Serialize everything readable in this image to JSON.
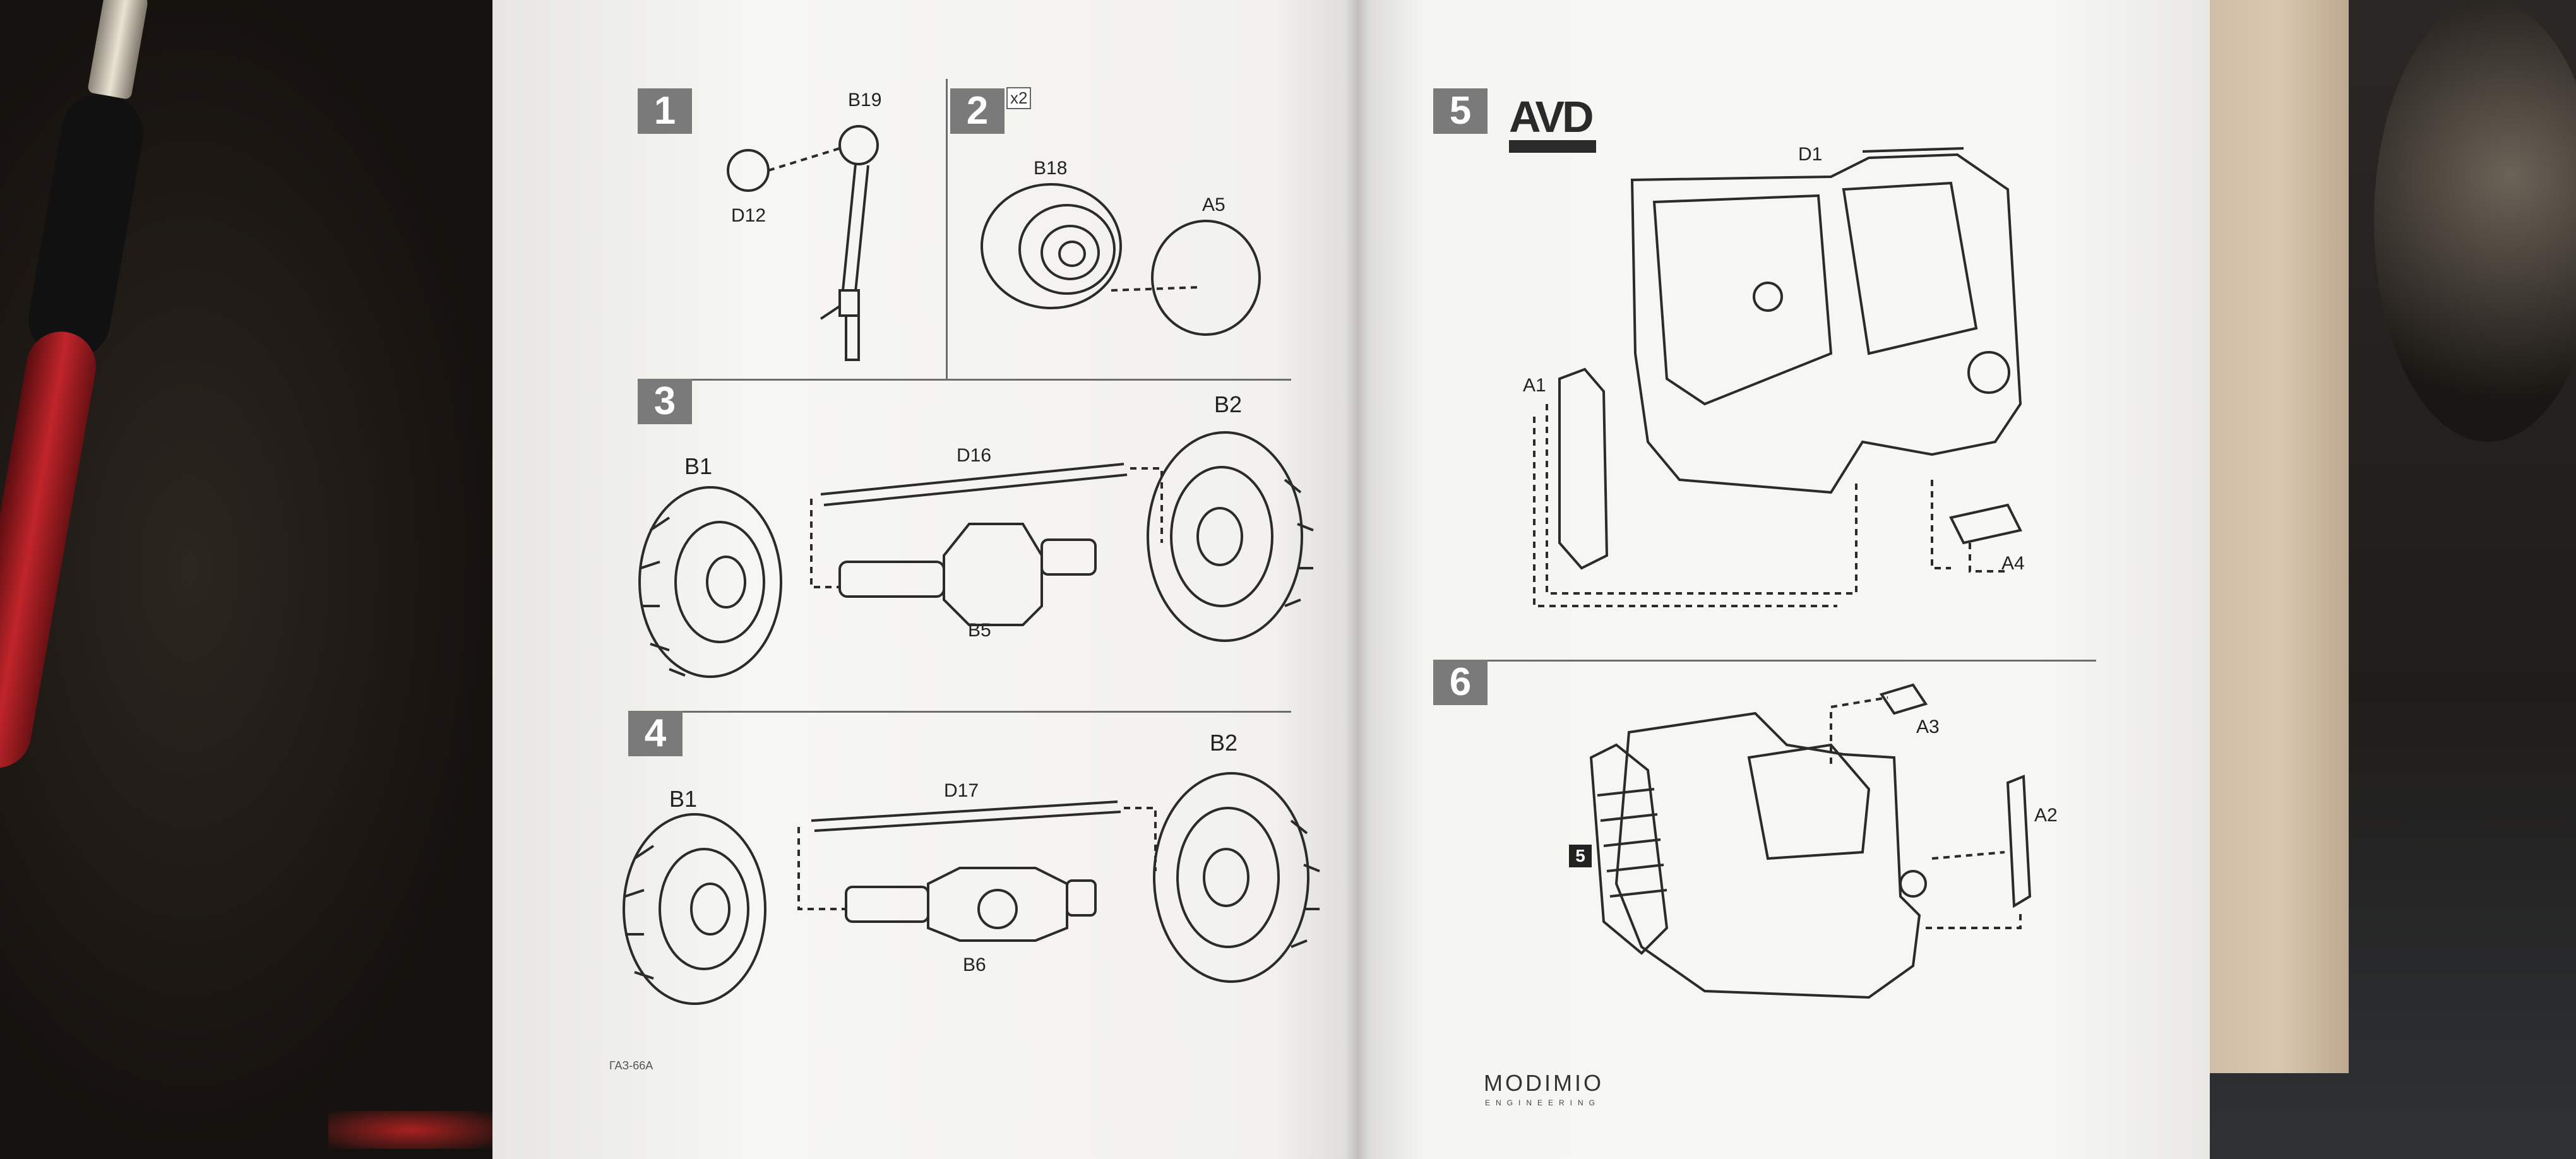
{
  "booklet": {
    "brand_top": "AVD",
    "brand_bottom": "MODIMIO",
    "brand_bottom_sub": "ENGINEERING",
    "kit_code": "ГАЗ-66А"
  },
  "steps": [
    {
      "number": "1",
      "parts": [
        "B19",
        "D12"
      ]
    },
    {
      "number": "2",
      "multiplier": "x2",
      "parts": [
        "B18",
        "A5"
      ]
    },
    {
      "number": "3",
      "parts": [
        "B1",
        "D16",
        "B2",
        "B5"
      ]
    },
    {
      "number": "4",
      "parts": [
        "B1",
        "D17",
        "B2",
        "B6"
      ]
    },
    {
      "number": "5",
      "parts": [
        "D1",
        "A1",
        "A4"
      ]
    },
    {
      "number": "6",
      "ref": "5",
      "parts": [
        "A3",
        "A2"
      ]
    }
  ],
  "colors": {
    "paper": "#f5f5f2",
    "step_box": "#7a7a7a",
    "line_art": "#2b2b2b",
    "screwdriver_handle": "#c0252a"
  }
}
